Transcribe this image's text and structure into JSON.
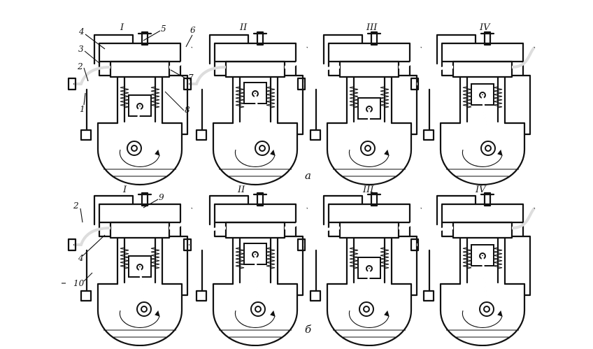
{
  "row_a": {
    "letter": "а",
    "strokes": [
      "I",
      "II",
      "III",
      "IV"
    ],
    "callouts": [
      "1",
      "2",
      "3",
      "4",
      "5",
      "6",
      "7",
      "8"
    ]
  },
  "row_b": {
    "letter": "б",
    "strokes": [
      "I",
      "II",
      "III",
      "IV"
    ],
    "callouts": [
      "2",
      "4",
      "9",
      "10"
    ]
  },
  "colors": {
    "ink": "#111111",
    "paper": "#ffffff"
  }
}
